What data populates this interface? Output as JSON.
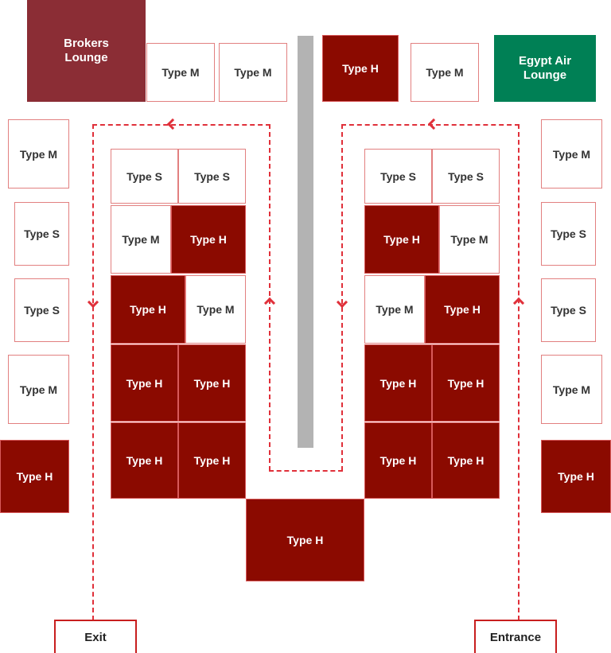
{
  "colors": {
    "type_h": "#8b0a00",
    "type_m_s_fill": "#ffffff",
    "booth_border": "#e28080",
    "brokers_lounge": "#8b2d35",
    "egypt_air_lounge": "#008055",
    "path": "#e0303a",
    "pillar": "#b3b3b3"
  },
  "lounges": {
    "brokers": "Brokers\nLounge",
    "egypt_air": "Egypt Air\nLounge"
  },
  "top_row": [
    "Type M",
    "Type M",
    "Type H",
    "Type M"
  ],
  "left_wall": [
    "Type M",
    "Type S",
    "Type S",
    "Type M",
    "Type H"
  ],
  "right_wall": [
    "Type M",
    "Type S",
    "Type S",
    "Type M",
    "Type H"
  ],
  "left_island": {
    "row1": [
      "Type S",
      "Type S"
    ],
    "row2": [
      "Type M",
      "Type H"
    ],
    "row3": [
      "Type H",
      "Type M"
    ],
    "row4": [
      "Type H",
      "Type H"
    ],
    "row5": [
      "Type H",
      "Type H"
    ]
  },
  "right_island": {
    "row1": [
      "Type S",
      "Type S"
    ],
    "row2": [
      "Type H",
      "Type M"
    ],
    "row3": [
      "Type M",
      "Type H"
    ],
    "row4": [
      "Type H",
      "Type H"
    ],
    "row5": [
      "Type H",
      "Type H"
    ]
  },
  "center_bottom": "Type H",
  "path_icons": {
    "arrows": [
      "chevron-left",
      "chevron-down",
      "chevron-up"
    ]
  },
  "doors": {
    "exit": "Exit",
    "entrance": "Entrance"
  }
}
